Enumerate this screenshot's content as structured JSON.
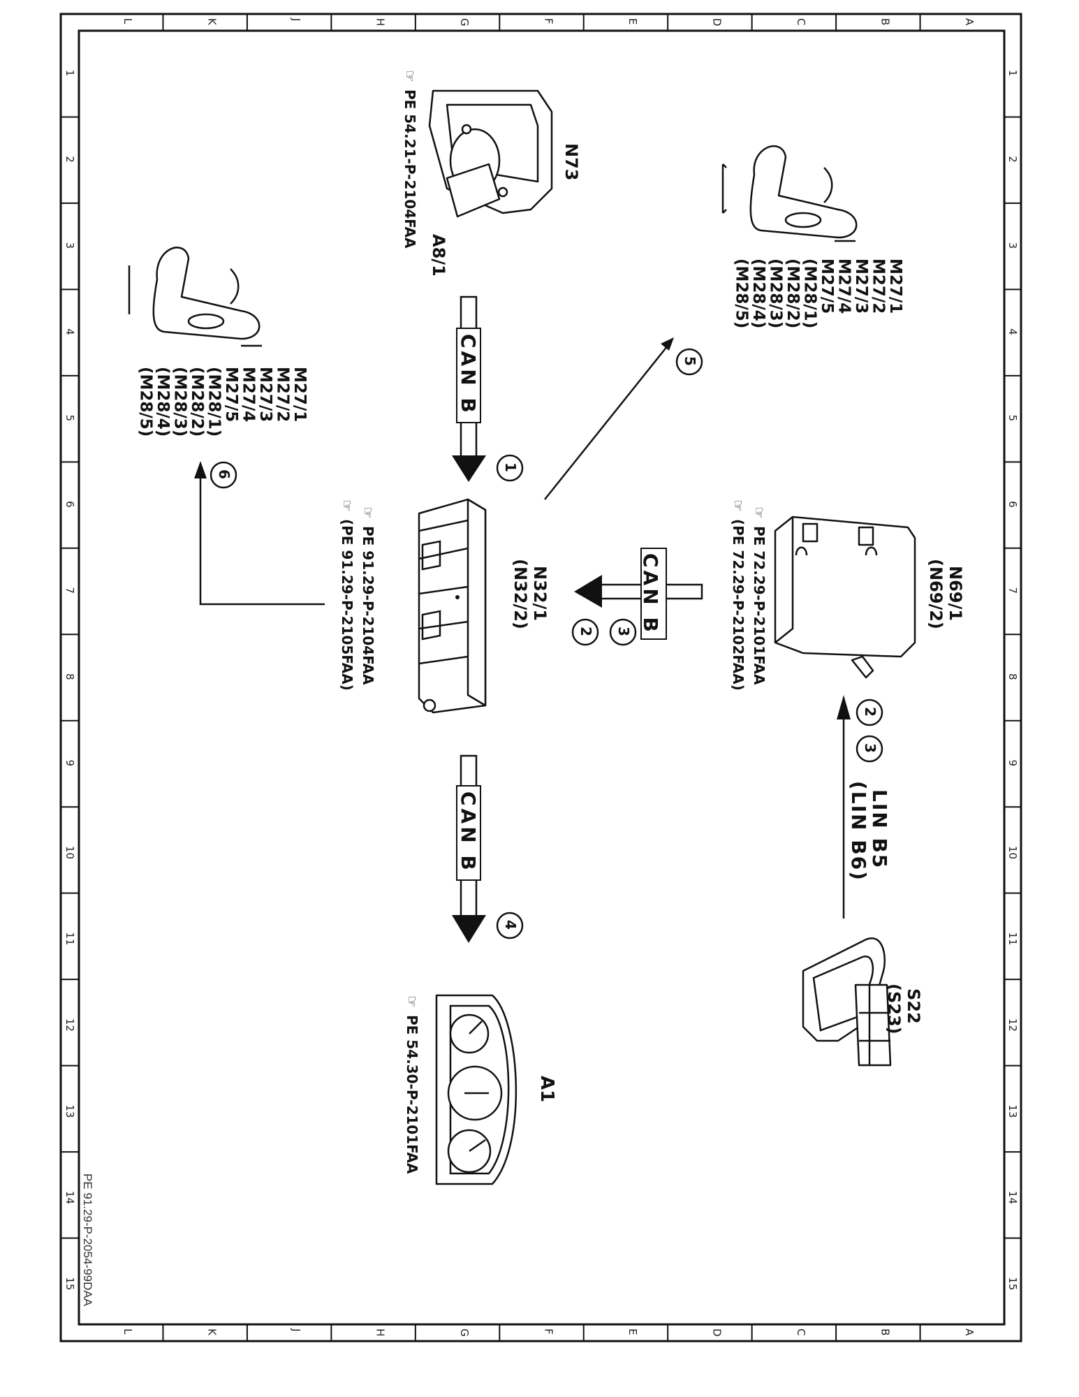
{
  "grid": {
    "letters": [
      "L",
      "K",
      "J",
      "H",
      "G",
      "F",
      "E",
      "D",
      "C",
      "B",
      "A"
    ],
    "numbers": [
      "1",
      "2",
      "3",
      "4",
      "5",
      "6",
      "7",
      "8",
      "9",
      "10",
      "11",
      "12",
      "13",
      "14",
      "15"
    ]
  },
  "footer_code": "PE 91.29-P-2054-99DAA",
  "components": {
    "n73": {
      "label": "N73",
      "ref": "PE 54.21-P-2104FAA",
      "sub": "A8/1"
    },
    "n32": {
      "label": "N32/1",
      "label2": "(N32/2)",
      "ref1": "PE 91.29-P-2104FAA",
      "ref2": "(PE 91.29-P-2105FAA)"
    },
    "n69": {
      "label": "N69/1",
      "label2": "(N69/2)",
      "ref1": "PE 72.29-P-2101FAA",
      "ref2": "(PE 72.29-P-2102FAA)"
    },
    "a1": {
      "label": "A1",
      "ref": "PE 54.30-P-2101FAA"
    },
    "s22": {
      "label": "S22",
      "label2": "(S23)"
    },
    "motors_right": [
      "M27/1",
      "M27/2",
      "M27/3",
      "M27/4",
      "M27/5",
      "(M28/1)",
      "(M28/2)",
      "(M28/3)",
      "(M28/4)",
      "(M28/5)"
    ],
    "motors_left": [
      "M27/1",
      "M27/2",
      "M27/3",
      "M27/4",
      "M27/5",
      "(M28/1)",
      "(M28/2)",
      "(M28/3)",
      "(M28/4)",
      "(M28/5)"
    ]
  },
  "buses": {
    "top": "CAN B",
    "right": "CAN B",
    "bottom": "CAN B",
    "lin1": "LIN B5",
    "lin2": "(LIN B6)"
  },
  "steps": {
    "s1": "1",
    "s2": "2",
    "s3": "3",
    "s4": "4",
    "s5": "5",
    "s6": "6",
    "s2b": "2",
    "s3b": "3"
  },
  "ref_icon": "pointer-hand-icon"
}
